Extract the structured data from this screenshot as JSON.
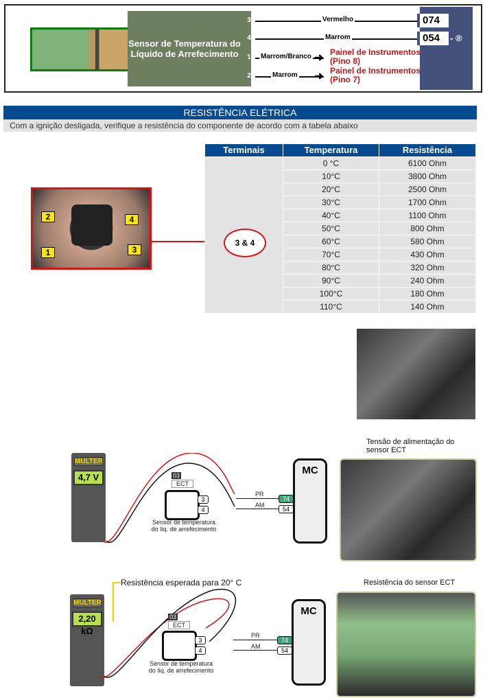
{
  "wiring": {
    "sensor_title": "Sensor de Temperatura do Líquido de Arrefecimento",
    "pins": [
      {
        "pin": "3",
        "wire": "Vermelho"
      },
      {
        "pin": "4",
        "wire": "Marrom"
      },
      {
        "pin": "1",
        "wire": "Marrom/Branco",
        "dest": "Painel de Instrumentos",
        "dest2": "(Pino 8)"
      },
      {
        "pin": "2",
        "wire": "Marrom",
        "dest": "Painel de Instrumentos",
        "dest2": "(Pino 7)"
      }
    ],
    "ecu_codes": [
      "074",
      "054"
    ],
    "ground_symbol": "- ®"
  },
  "section": {
    "title": "RESISTÊNCIA ELÉTRICA",
    "note": "Com a ignição desligada, verifique a resistência do componente de acordo com a tabela abaixo"
  },
  "connector_labels": [
    "1",
    "2",
    "3",
    "4"
  ],
  "table": {
    "headers": [
      "Terminais",
      "Temperatura",
      "Resistência"
    ],
    "terminals": "3 & 4",
    "rows": [
      [
        "0 °C",
        "6100 Ohm"
      ],
      [
        "10°C",
        "3800 Ohm"
      ],
      [
        "20°C",
        "2500 Ohm"
      ],
      [
        "30°C",
        "1700 Ohm"
      ],
      [
        "40°C",
        "1100 Ohm"
      ],
      [
        "50°C",
        "800 Ohm"
      ],
      [
        "60°C",
        "580 Ohm"
      ],
      [
        "70°C",
        "430 Ohm"
      ],
      [
        "80°C",
        "320 Ohm"
      ],
      [
        "90°C",
        "240 Ohm"
      ],
      [
        "100°C",
        "180 Ohm"
      ],
      [
        "110°C",
        "140 Ohm"
      ]
    ]
  },
  "test1": {
    "brand": "MULTER",
    "reading": "4,7 V",
    "ect_num": "03",
    "ect": "ECT",
    "sensor_label": "Sensor de temperatura do líq. de arrefecimento",
    "pin3": "3",
    "pin4": "4",
    "pr": "PR",
    "am": "AM",
    "t74": "74",
    "t54": "54",
    "mc": "MC",
    "caption": "Tensão de alimentação do sensor ECT"
  },
  "test2": {
    "brand": "MULTER",
    "reading": "2,20 kΩ",
    "callout": "Resistência esperada para 20° C",
    "ect_num": "03",
    "ect": "ECT",
    "sensor_label": "Sensor de temperatura do líq. de arrefecimento",
    "pin3": "3",
    "pin4": "4",
    "pr": "PR",
    "am": "AM",
    "t74": "74",
    "t54": "54",
    "mc": "MC",
    "caption": "Resistência do sensor ECT"
  }
}
